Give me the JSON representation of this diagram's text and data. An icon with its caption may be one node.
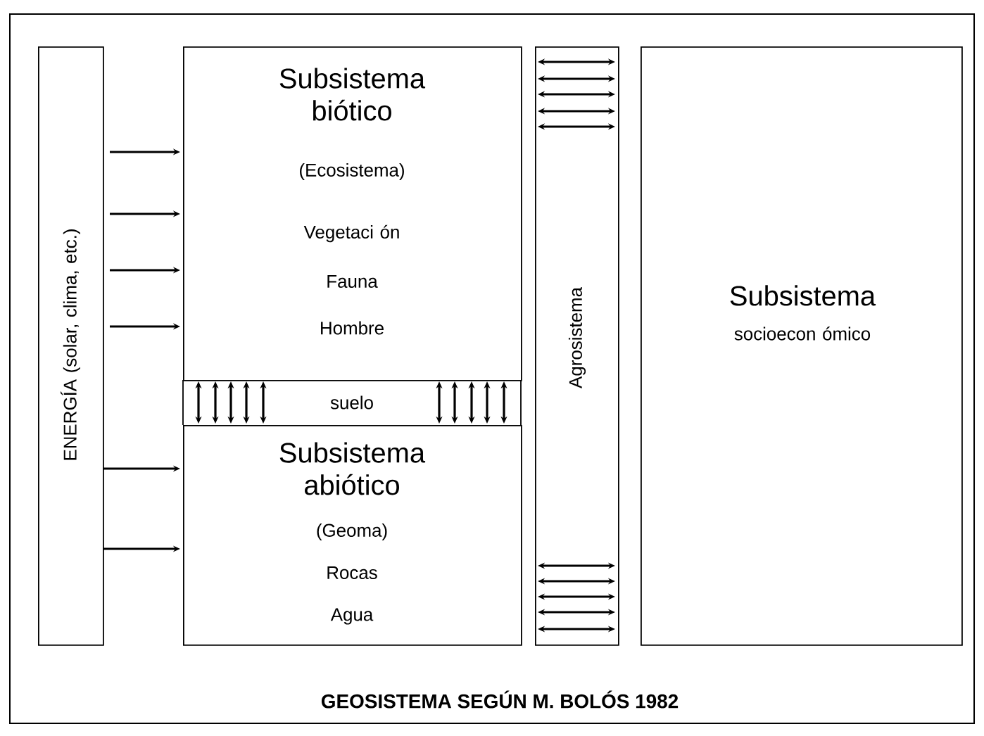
{
  "diagram": {
    "title": "GEOSISTEMA SEGÚN M. BOLÓS 1982",
    "nodes": [
      {
        "text": [
          "ENERGÍA (solar, clima, etc.)"
        ]
      },
      {
        "text": [
          "Subsistema biótico",
          "(Ecosistema)",
          "Vegetaci ón",
          "Fauna",
          "Hombre"
        ]
      },
      {
        "text": [
          "suelo"
        ]
      },
      {
        "text": [
          "Subsistema abiótico",
          "(Geoma)",
          "Rocas",
          "Agua"
        ]
      },
      {
        "text": [
          "Agrosistema"
        ]
      },
      {
        "text": [
          "Subsistema",
          "socioecon ómico"
        ]
      }
    ],
    "edges": [
      {
        "from": 0,
        "to": 1,
        "arrow": "to"
      },
      {
        "from": 0,
        "to": 1,
        "arrow": "to"
      },
      {
        "from": 0,
        "to": 1,
        "arrow": "to"
      },
      {
        "from": 0,
        "to": 1,
        "arrow": "to"
      },
      {
        "from": 0,
        "to": 3,
        "arrow": "to"
      },
      {
        "from": 0,
        "to": 3,
        "arrow": "to"
      },
      {
        "from": 1,
        "to": 3,
        "arrow": "both"
      },
      {
        "from": 1,
        "to": 3,
        "arrow": "both"
      },
      {
        "from": 1,
        "to": 3,
        "arrow": "both"
      },
      {
        "from": 1,
        "to": 3,
        "arrow": "both"
      },
      {
        "from": 1,
        "to": 3,
        "arrow": "both"
      },
      {
        "from": 1,
        "to": 3,
        "arrow": "both"
      },
      {
        "from": 1,
        "to": 3,
        "arrow": "both"
      },
      {
        "from": 1,
        "to": 3,
        "arrow": "both"
      },
      {
        "from": 1,
        "to": 3,
        "arrow": "both"
      },
      {
        "from": 1,
        "to": 3,
        "arrow": "both"
      }
    ]
  }
}
